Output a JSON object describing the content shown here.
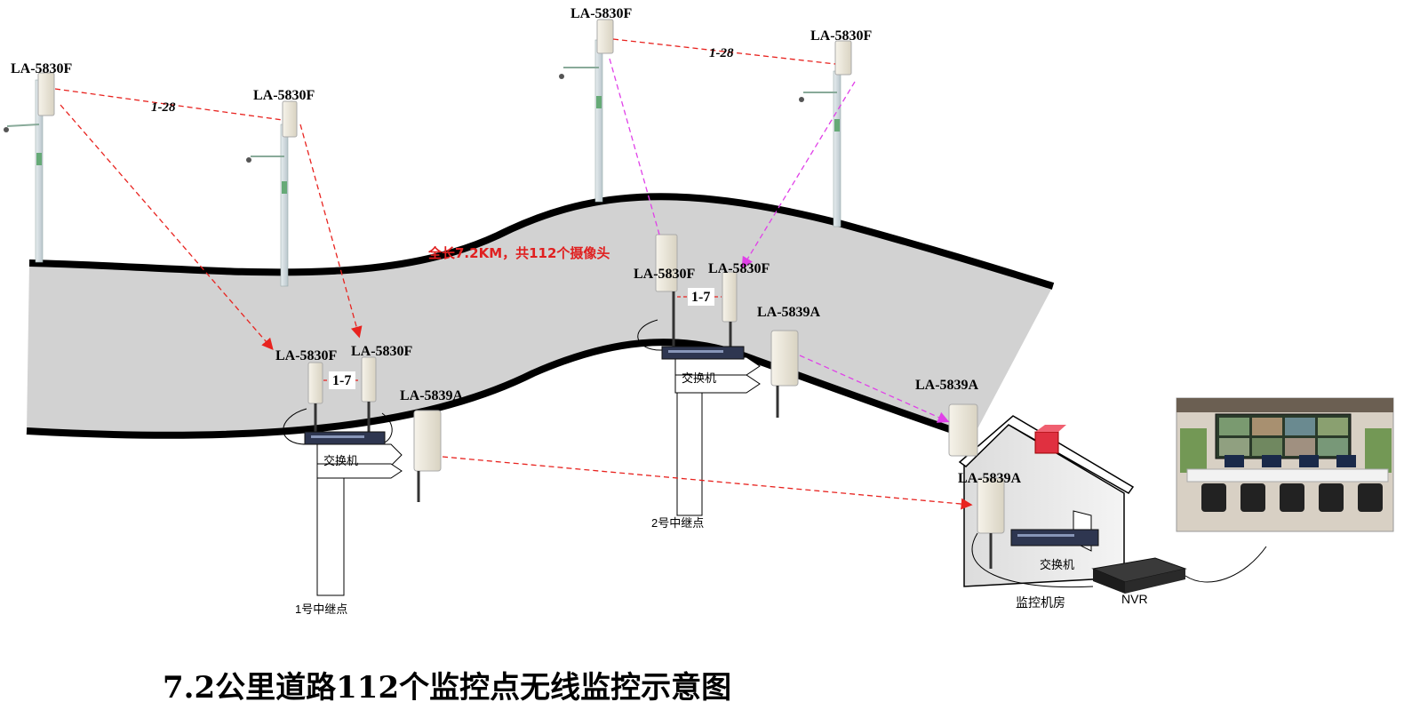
{
  "diagram": {
    "title": "7.2公里道路112个监控点无线监控示意图",
    "note": "全长7.2KM，共112个摄像头",
    "pole_labels": {
      "p1": "LA-5830F",
      "p2": "LA-5830F",
      "p3": "LA-5830F",
      "p4": "LA-5830F"
    },
    "link_labels": {
      "left": "1-28",
      "right": "1-28"
    },
    "relay1": {
      "name": "1号中继点",
      "ap_a": "LA-5830F",
      "ap_b": "LA-5830F",
      "channel": "1-7",
      "bridge": "LA-5839A",
      "switch": "交换机"
    },
    "relay2": {
      "name": "2号中继点",
      "ap_a": "LA-5830F",
      "ap_b": "LA-5830F",
      "channel": "1-7",
      "bridge": "LA-5839A",
      "switch": "交换机"
    },
    "control_room": {
      "name": "监控机房",
      "bridge_out": "LA-5839A",
      "bridge_in": "LA-5839A",
      "switch": "交换机",
      "nvr": "NVR"
    },
    "colors": {
      "red_link": "#e8231f",
      "magenta_link": "#e040e8",
      "road": "#d2d2d2",
      "road_edge": "#000000"
    },
    "icons": [
      "camera-pole-icon",
      "outdoor-ap-icon",
      "network-switch-icon",
      "nvr-icon",
      "house-icon",
      "monitor-wall-photo"
    ]
  }
}
